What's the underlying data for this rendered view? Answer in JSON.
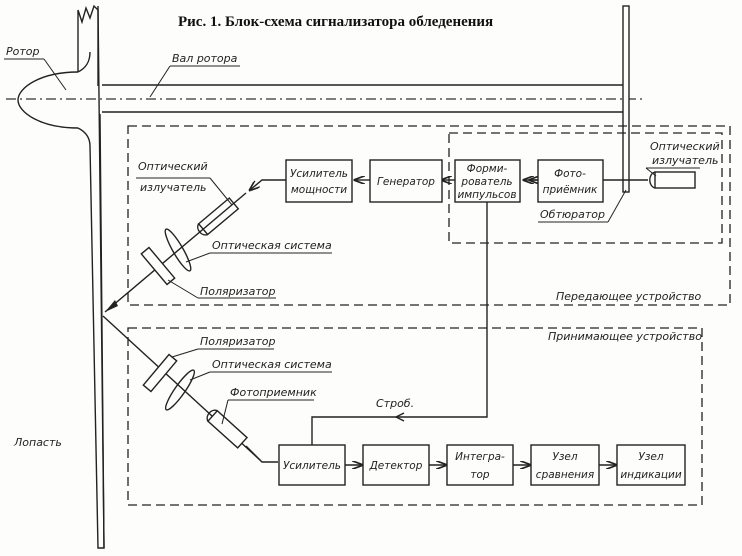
{
  "title": "Рис. 1. Блок-схема сигнализатора обледенения",
  "labels": {
    "rotor": "Ротор",
    "rotor_shaft": "Вал ротора",
    "blade": "Лопасть",
    "tx_emitter": [
      "Оптический",
      "излучатель"
    ],
    "tx_optics": "Оптическая система",
    "tx_polarizer": "Поляризатор",
    "src_emitter": [
      "Оптический",
      "излучатель"
    ],
    "shutter": "Обтюратор",
    "transmitter": "Передающее устройство",
    "receiver": "Принимающее устройство",
    "rx_polarizer": "Поляризатор",
    "rx_optics": "Оптическая система",
    "rx_photodetector": "Фотоприемник",
    "strobe": "Строб."
  },
  "blocks": {
    "power_amp": [
      "Усилитель",
      "мощности"
    ],
    "generator": [
      "Генератор"
    ],
    "pulse_shaper": [
      "Форми-",
      "рователь",
      "импульсов"
    ],
    "photodetector": [
      "Фото-",
      "приёмник"
    ],
    "amplifier": [
      "Усилитель"
    ],
    "detector": [
      "Детектор"
    ],
    "integrator": [
      "Интегра-",
      "тор"
    ],
    "comparator": [
      "Узел",
      "сравнения"
    ],
    "indicator": [
      "Узел",
      "индикации"
    ]
  }
}
